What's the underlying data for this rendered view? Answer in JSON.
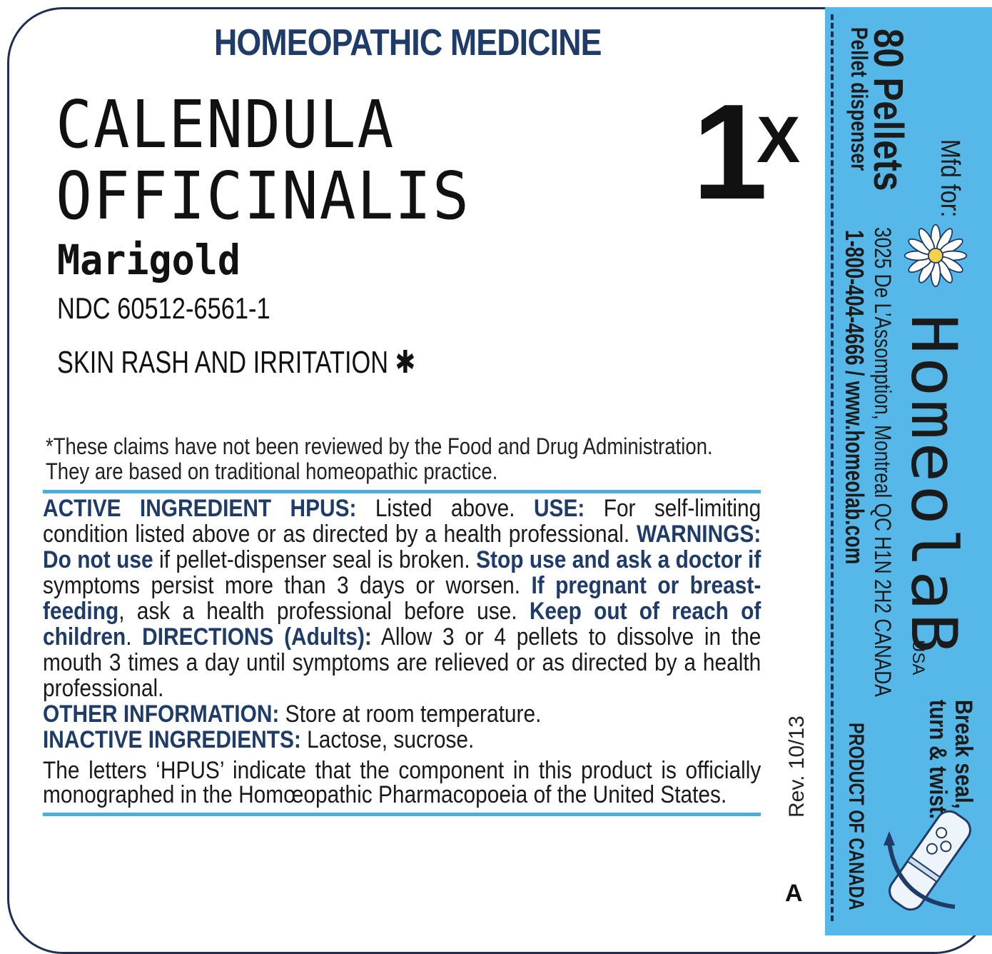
{
  "header": {
    "title": "HOMEOPATHIC MEDICINE"
  },
  "product": {
    "name_line1": "CALENDULA",
    "name_line2": "OFFICINALIS",
    "strength_number": "1",
    "strength_suffix": "X",
    "common_name": "Marigold",
    "ndc": "NDC 60512-6561-1",
    "indication": "SKIN RASH AND IRRITATION ✱"
  },
  "disclaimer": {
    "line1": "*These claims have not been reviewed by the Food and Drug Administration.",
    "line2": "They are based on traditional homeopathic practice."
  },
  "facts": {
    "active_label": "ACTIVE INGREDIENT HPUS:",
    "active_text": " Listed above. ",
    "use_label": "USE:",
    "use_text": " For self-limiting condition listed above or as directed by a health professional. ",
    "warnings_label": "WARNINGS: Do not use",
    "warnings_text": " if pellet-dispenser seal is broken. ",
    "stop_label": "Stop use and ask a doctor if",
    "stop_text": " symptoms persist more than 3 days or worsen. ",
    "pregnant_label": "If pregnant or breast-feeding",
    "pregnant_text": ", ask a health professional before use. ",
    "keep_label": "Keep out of reach of children",
    "keep_text": ". ",
    "directions_label": "DIRECTIONS (Adults):",
    "directions_text": " Allow 3 or 4 pellets to dissolve in the mouth 3 times a day until symptoms are relieved or as directed by a health professional.",
    "other_label": "OTHER INFORMATION:",
    "other_text": " Store at room temperature.",
    "inactive_label": "INACTIVE INGREDIENTS:",
    "inactive_text": " Lactose, sucrose.",
    "hpus_note": "The letters ‘HPUS’ indicate that the component in this product is officially monographed in the Homœopathic Pharmacopoeia of the United States."
  },
  "rev": "Rev. 10/13",
  "lot_code": "A",
  "side": {
    "mfd_for": "Mfd for:",
    "brand": "HomeolaB",
    "brand_suffix": "USA",
    "count": "80 Pellets",
    "dispenser": "Pellet dispenser",
    "address": "3025 De L’Assomption, Montreal QC H1N 2H2 CANADA",
    "contact": "1-800-404-4666 / www.homeolab.com",
    "product_of": "PRODUCT OF CANADA",
    "break_seal_line1": "Break seal,",
    "break_seal_line2": "turn & twist."
  },
  "colors": {
    "navy": "#1f3b68",
    "side_blue": "#55b8e8",
    "rule_blue": "#4aaedb"
  }
}
